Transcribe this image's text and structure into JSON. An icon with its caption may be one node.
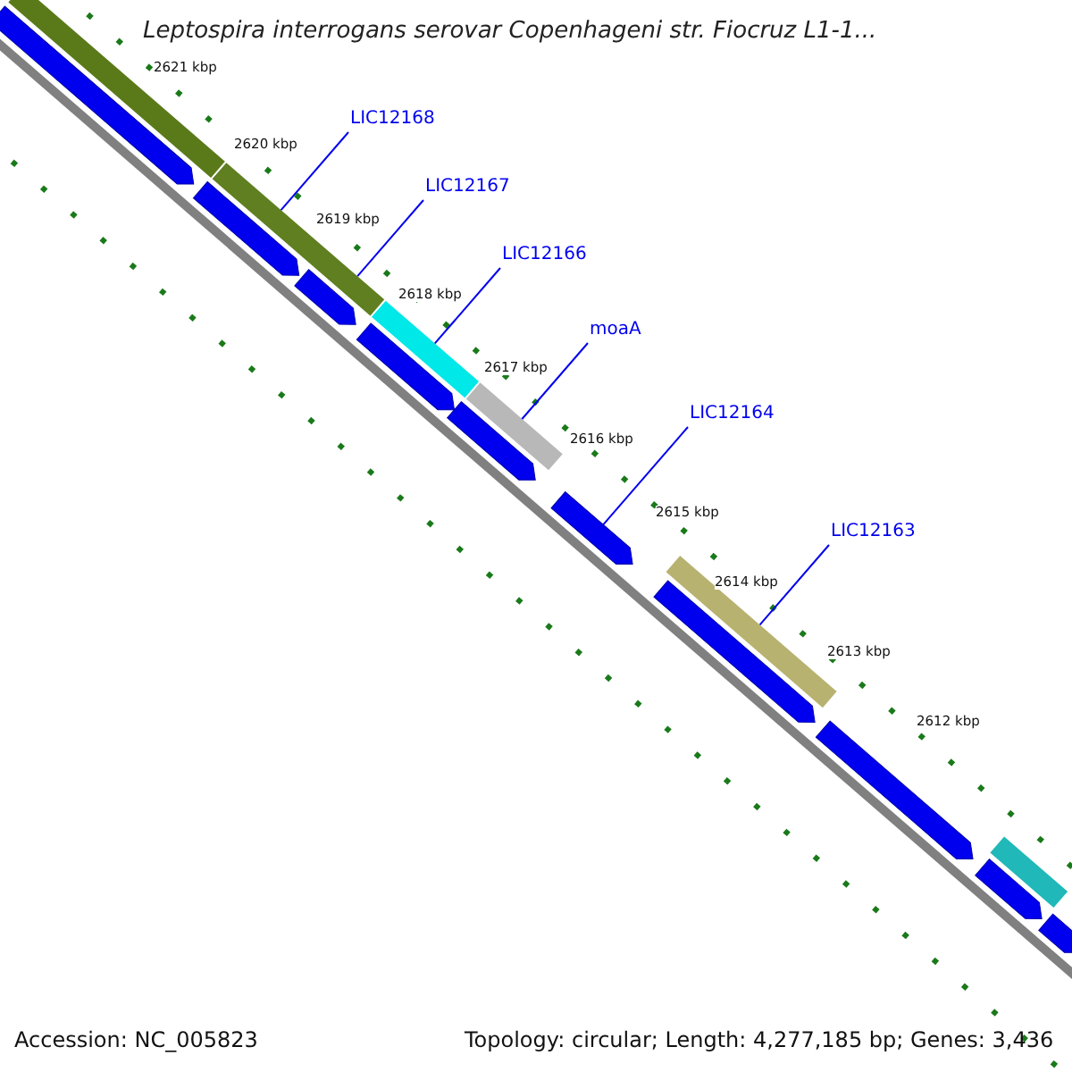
{
  "diagram": {
    "title": "Leptospira interrogans serovar Copenhageni str. Fiocruz L1-1...",
    "nodes": [
      {
        "text": [
          "LIC12168"
        ]
      },
      {
        "text": [
          "LIC12167"
        ]
      },
      {
        "text": [
          "LIC12166"
        ]
      },
      {
        "text": [
          "moaA"
        ]
      },
      {
        "text": [
          "LIC12164"
        ]
      },
      {
        "text": [
          "LIC12163"
        ]
      },
      {
        "text": [],
        "shape": "bar"
      },
      {
        "text": [],
        "shape": "bar"
      },
      {
        "text": [],
        "shape": "bar"
      },
      {
        "text": [],
        "shape": "bar"
      },
      {
        "text": [],
        "shape": "bar"
      },
      {
        "text": [],
        "shape": "bar"
      },
      {
        "text": [],
        "shape": "arrow"
      },
      {
        "text": [],
        "shape": "arrow"
      },
      {
        "text": [],
        "shape": "arrow"
      },
      {
        "text": [],
        "shape": "arrow"
      },
      {
        "text": [],
        "shape": "arrow"
      },
      {
        "text": [],
        "shape": "arrow"
      },
      {
        "text": [],
        "shape": "arrow"
      },
      {
        "text": [],
        "shape": "arrow"
      },
      {
        "text": [],
        "shape": "arrow"
      },
      {
        "text": [],
        "shape": "arrow"
      }
    ],
    "edges": [
      {
        "from": 0,
        "to": 7,
        "arrow": "none"
      },
      {
        "from": 1,
        "to": 7,
        "arrow": "none"
      },
      {
        "from": 2,
        "to": 8,
        "arrow": "none"
      },
      {
        "from": 3,
        "to": 9,
        "arrow": "none"
      },
      {
        "from": 4,
        "to": 17,
        "arrow": "none"
      },
      {
        "from": 5,
        "to": 10,
        "arrow": "none"
      }
    ],
    "labels": [
      "2621 kbp",
      "2620 kbp",
      "2619 kbp",
      "2618 kbp",
      "2617 kbp",
      "2616 kbp",
      "2615 kbp",
      "2614 kbp",
      "2613 kbp",
      "2612 kbp",
      "Accession: NC_005823",
      "Topology: circular; Length: 4,277,185 bp; Genes: 3,436"
    ]
  }
}
